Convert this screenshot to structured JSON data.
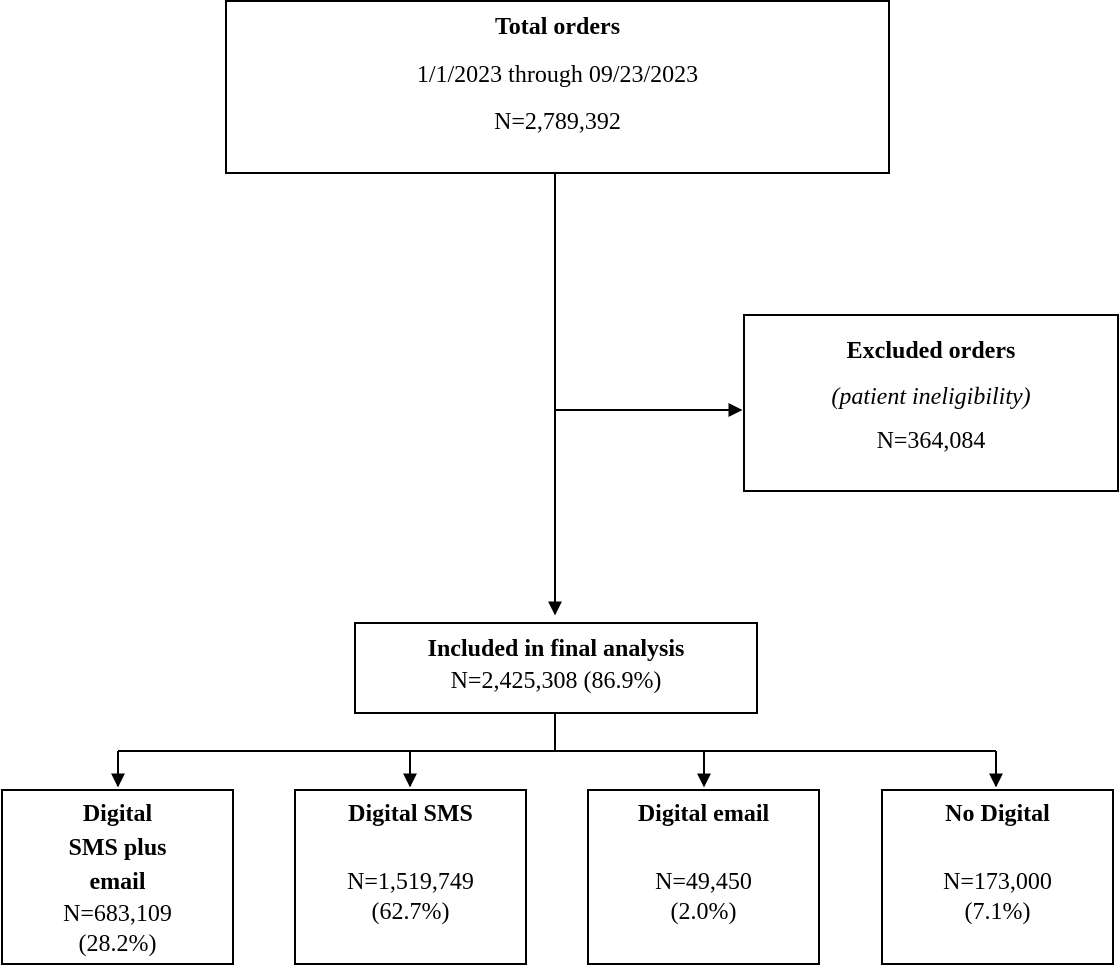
{
  "total": {
    "title": "Total orders",
    "period": "1/1/2023 through 09/23/2023",
    "n": "N=2,789,392"
  },
  "excluded": {
    "title": "Excluded orders",
    "reason": "(patient ineligibility)",
    "n": "N=364,084"
  },
  "included": {
    "title": "Included in final analysis",
    "n": "N=2,425,308 (86.9%)"
  },
  "groups": [
    {
      "title_lines": [
        "Digital",
        "SMS plus",
        "email"
      ],
      "n": "N=683,109",
      "pct": "(28.2%)"
    },
    {
      "title_lines": [
        "Digital SMS"
      ],
      "n": "N=1,519,749",
      "pct": "(62.7%)"
    },
    {
      "title_lines": [
        "Digital email"
      ],
      "n": "N=49,450",
      "pct": "(2.0%)"
    },
    {
      "title_lines": [
        "No Digital"
      ],
      "n": "N=173,000",
      "pct": "(7.1%)"
    }
  ]
}
